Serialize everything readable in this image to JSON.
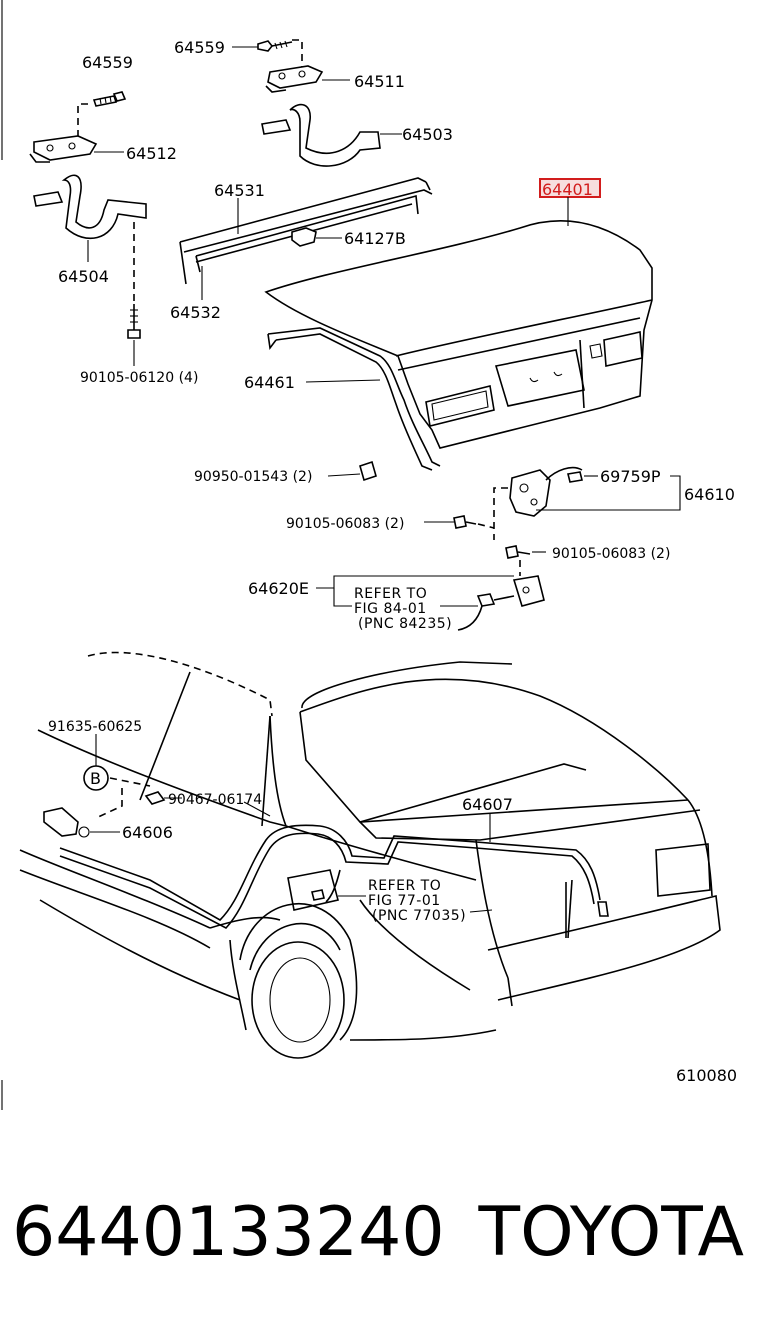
{
  "diagram": {
    "labels": {
      "p64559_top": "64559",
      "p64511": "64511",
      "p64559_left": "64559",
      "p64503": "64503",
      "p64512": "64512",
      "p64531": "64531",
      "p64401": "64401",
      "p64127B": "64127B",
      "p64504": "64504",
      "p64532": "64532",
      "p90105_06120": "90105-06120 (4)",
      "p64461": "64461",
      "p90950_01543": "90950-01543 (2)",
      "p69759P": "69759P",
      "p64610": "64610",
      "p90105_06083_left": "90105-06083 (2)",
      "p90105_06083_right": "90105-06083 (2)",
      "p64620E": "64620E",
      "ref1_line1": "REFER TO",
      "ref1_line2": "FIG 84-01",
      "ref1_line3": "(PNC 84235)",
      "p91635_60625": "91635-60625",
      "callout_b": "B",
      "p90467_06174": "90467-06174",
      "p64607": "64607",
      "p64606": "64606",
      "ref2_line1": "REFER TO",
      "ref2_line2": "FIG 77-01",
      "ref2_line3": "(PNC 77035)",
      "figure_code": "610080"
    },
    "highlighted_part": "64401",
    "highlight_color": "#d21d1d"
  },
  "caption": {
    "part_number": "6440133240",
    "brand": "TOYOTA"
  }
}
